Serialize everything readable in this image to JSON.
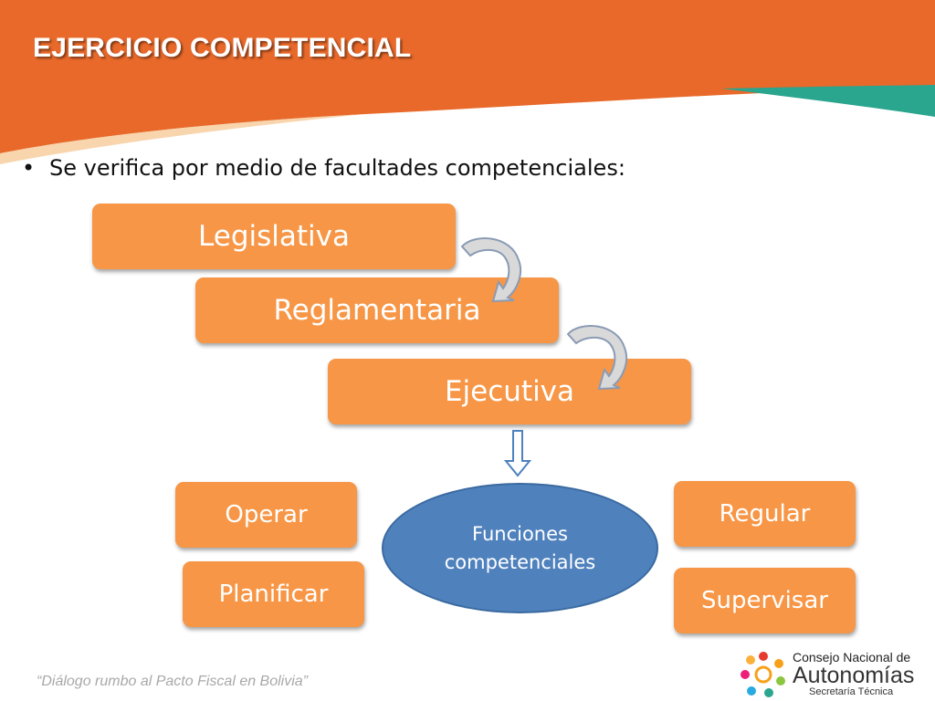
{
  "header": {
    "title": "EJERCICIO COMPETENCIAL",
    "colors": {
      "orange": "#e8692a",
      "teal": "#2aa58e",
      "box": "#f79646",
      "ellipse": "#4f81bd"
    }
  },
  "bullet": "Se verifica por medio de facultades competenciales:",
  "steps": [
    "Legislativa",
    "Reglamentaria",
    "Ejecutiva"
  ],
  "center": {
    "line1": "Funciones",
    "line2": "competenciales"
  },
  "left_items": [
    "Operar",
    "Planificar"
  ],
  "right_items": [
    "Regular",
    "Supervisar"
  ],
  "footer": "“Diálogo rumbo al Pacto Fiscal en Bolivia”",
  "logo": {
    "line1": "Consejo Nacional de",
    "line2": "Autonomías",
    "line3": "Secretaría Técnica",
    "icon": "people-circle-logo-icon"
  }
}
